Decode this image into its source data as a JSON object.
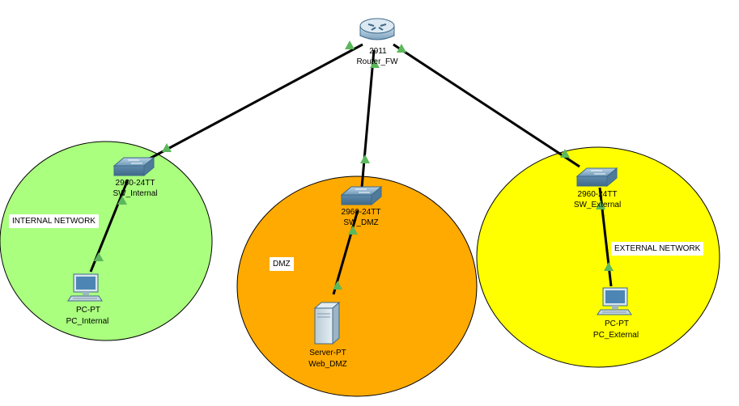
{
  "zones": {
    "internal": {
      "label": "INTERNAL NETWORK",
      "color": "#aaff7f"
    },
    "dmz": {
      "label": "DMZ",
      "color": "#ffaa00"
    },
    "external": {
      "label": "EXTERNAL NETWORK",
      "color": "#ffff00"
    }
  },
  "devices": {
    "router": {
      "model": "2911",
      "name": "Router_FW",
      "icon": "router-icon"
    },
    "sw_internal": {
      "model": "2960-24TT",
      "name": "SW_Internal",
      "icon": "switch-icon"
    },
    "sw_dmz": {
      "model": "2960-24TT",
      "name": "SW_DMZ",
      "icon": "switch-icon"
    },
    "sw_external": {
      "model": "2960-24TT",
      "name": "SW_External",
      "icon": "switch-icon"
    },
    "pc_internal": {
      "model": "PC-PT",
      "name": "PC_Internal",
      "icon": "pc-icon"
    },
    "web_dmz": {
      "model": "Server-PT",
      "name": "Web_DMZ",
      "icon": "server-icon"
    },
    "pc_external": {
      "model": "PC-PT",
      "name": "PC_External",
      "icon": "pc-icon"
    }
  },
  "links": [
    {
      "from": "Router_FW",
      "to": "SW_Internal"
    },
    {
      "from": "Router_FW",
      "to": "SW_DMZ"
    },
    {
      "from": "Router_FW",
      "to": "SW_External"
    },
    {
      "from": "SW_Internal",
      "to": "PC_Internal"
    },
    {
      "from": "SW_DMZ",
      "to": "Web_DMZ"
    },
    {
      "from": "SW_External",
      "to": "PC_External"
    }
  ],
  "colors": {
    "link": "#000000",
    "link_up_indicator": "#5cb85c"
  }
}
